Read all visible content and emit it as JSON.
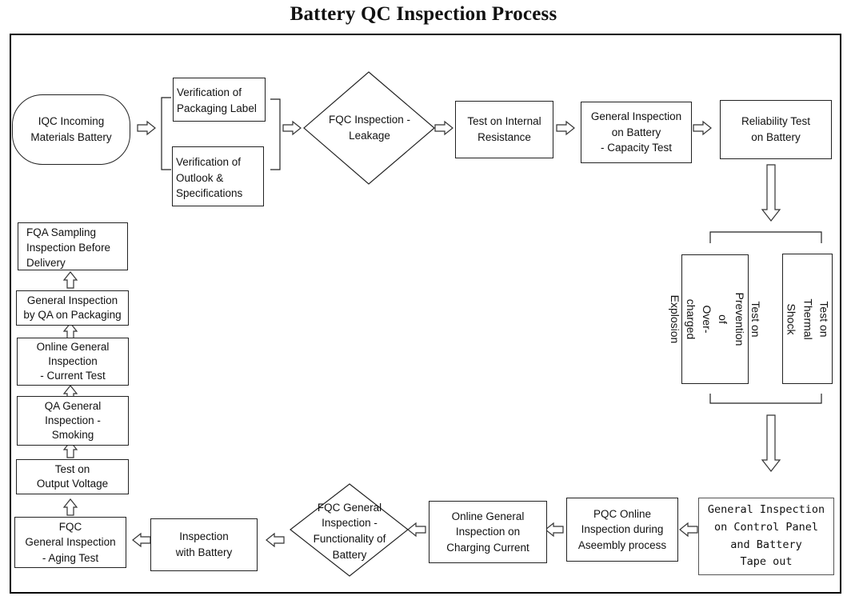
{
  "title": "Battery QC Inspection Process",
  "steps": {
    "iqc": "IQC Incoming\nMaterials Battery",
    "packaging_label": "Verification of\nPackaging Label",
    "outlook_spec": "Verification of\nOutlook &\nSpecifications",
    "fqc_leakage": "FQC Inspection -\nLeakage",
    "internal_resistance": "Test on Internal\nResistance",
    "capacity_test": "General Inspection\non Battery\n- Capacity Test",
    "reliability": "Reliability Test\non Battery",
    "overcharged": "Test on Prevention of\nOver-charged\nExplosion",
    "thermal_shock": "Test on Thermal\nShock",
    "control_panel": "General Inspection\non Control Panel\nand Battery\nTape out",
    "pqc_online": "PQC Online\nInspection during\nAseembly process",
    "charging_current": "Online General\nInspection on\nCharging Current",
    "fqc_functionality": "FQC General\nInspection -\nFunctionality of\nBattery",
    "inspection_with_battery": "Inspection\nwith Battery",
    "aging_test": "FQC\nGeneral Inspection\n- Aging Test",
    "output_voltage": "Test on\nOutput Voltage",
    "smoking": "QA General\nInspection -\nSmoking",
    "current_test": "Online General\nInspection\n- Current Test",
    "qa_packaging": "General Inspection\nby QA on Packaging",
    "fqa_sampling": "FQA Sampling\nInspection Before\nDelivery"
  }
}
